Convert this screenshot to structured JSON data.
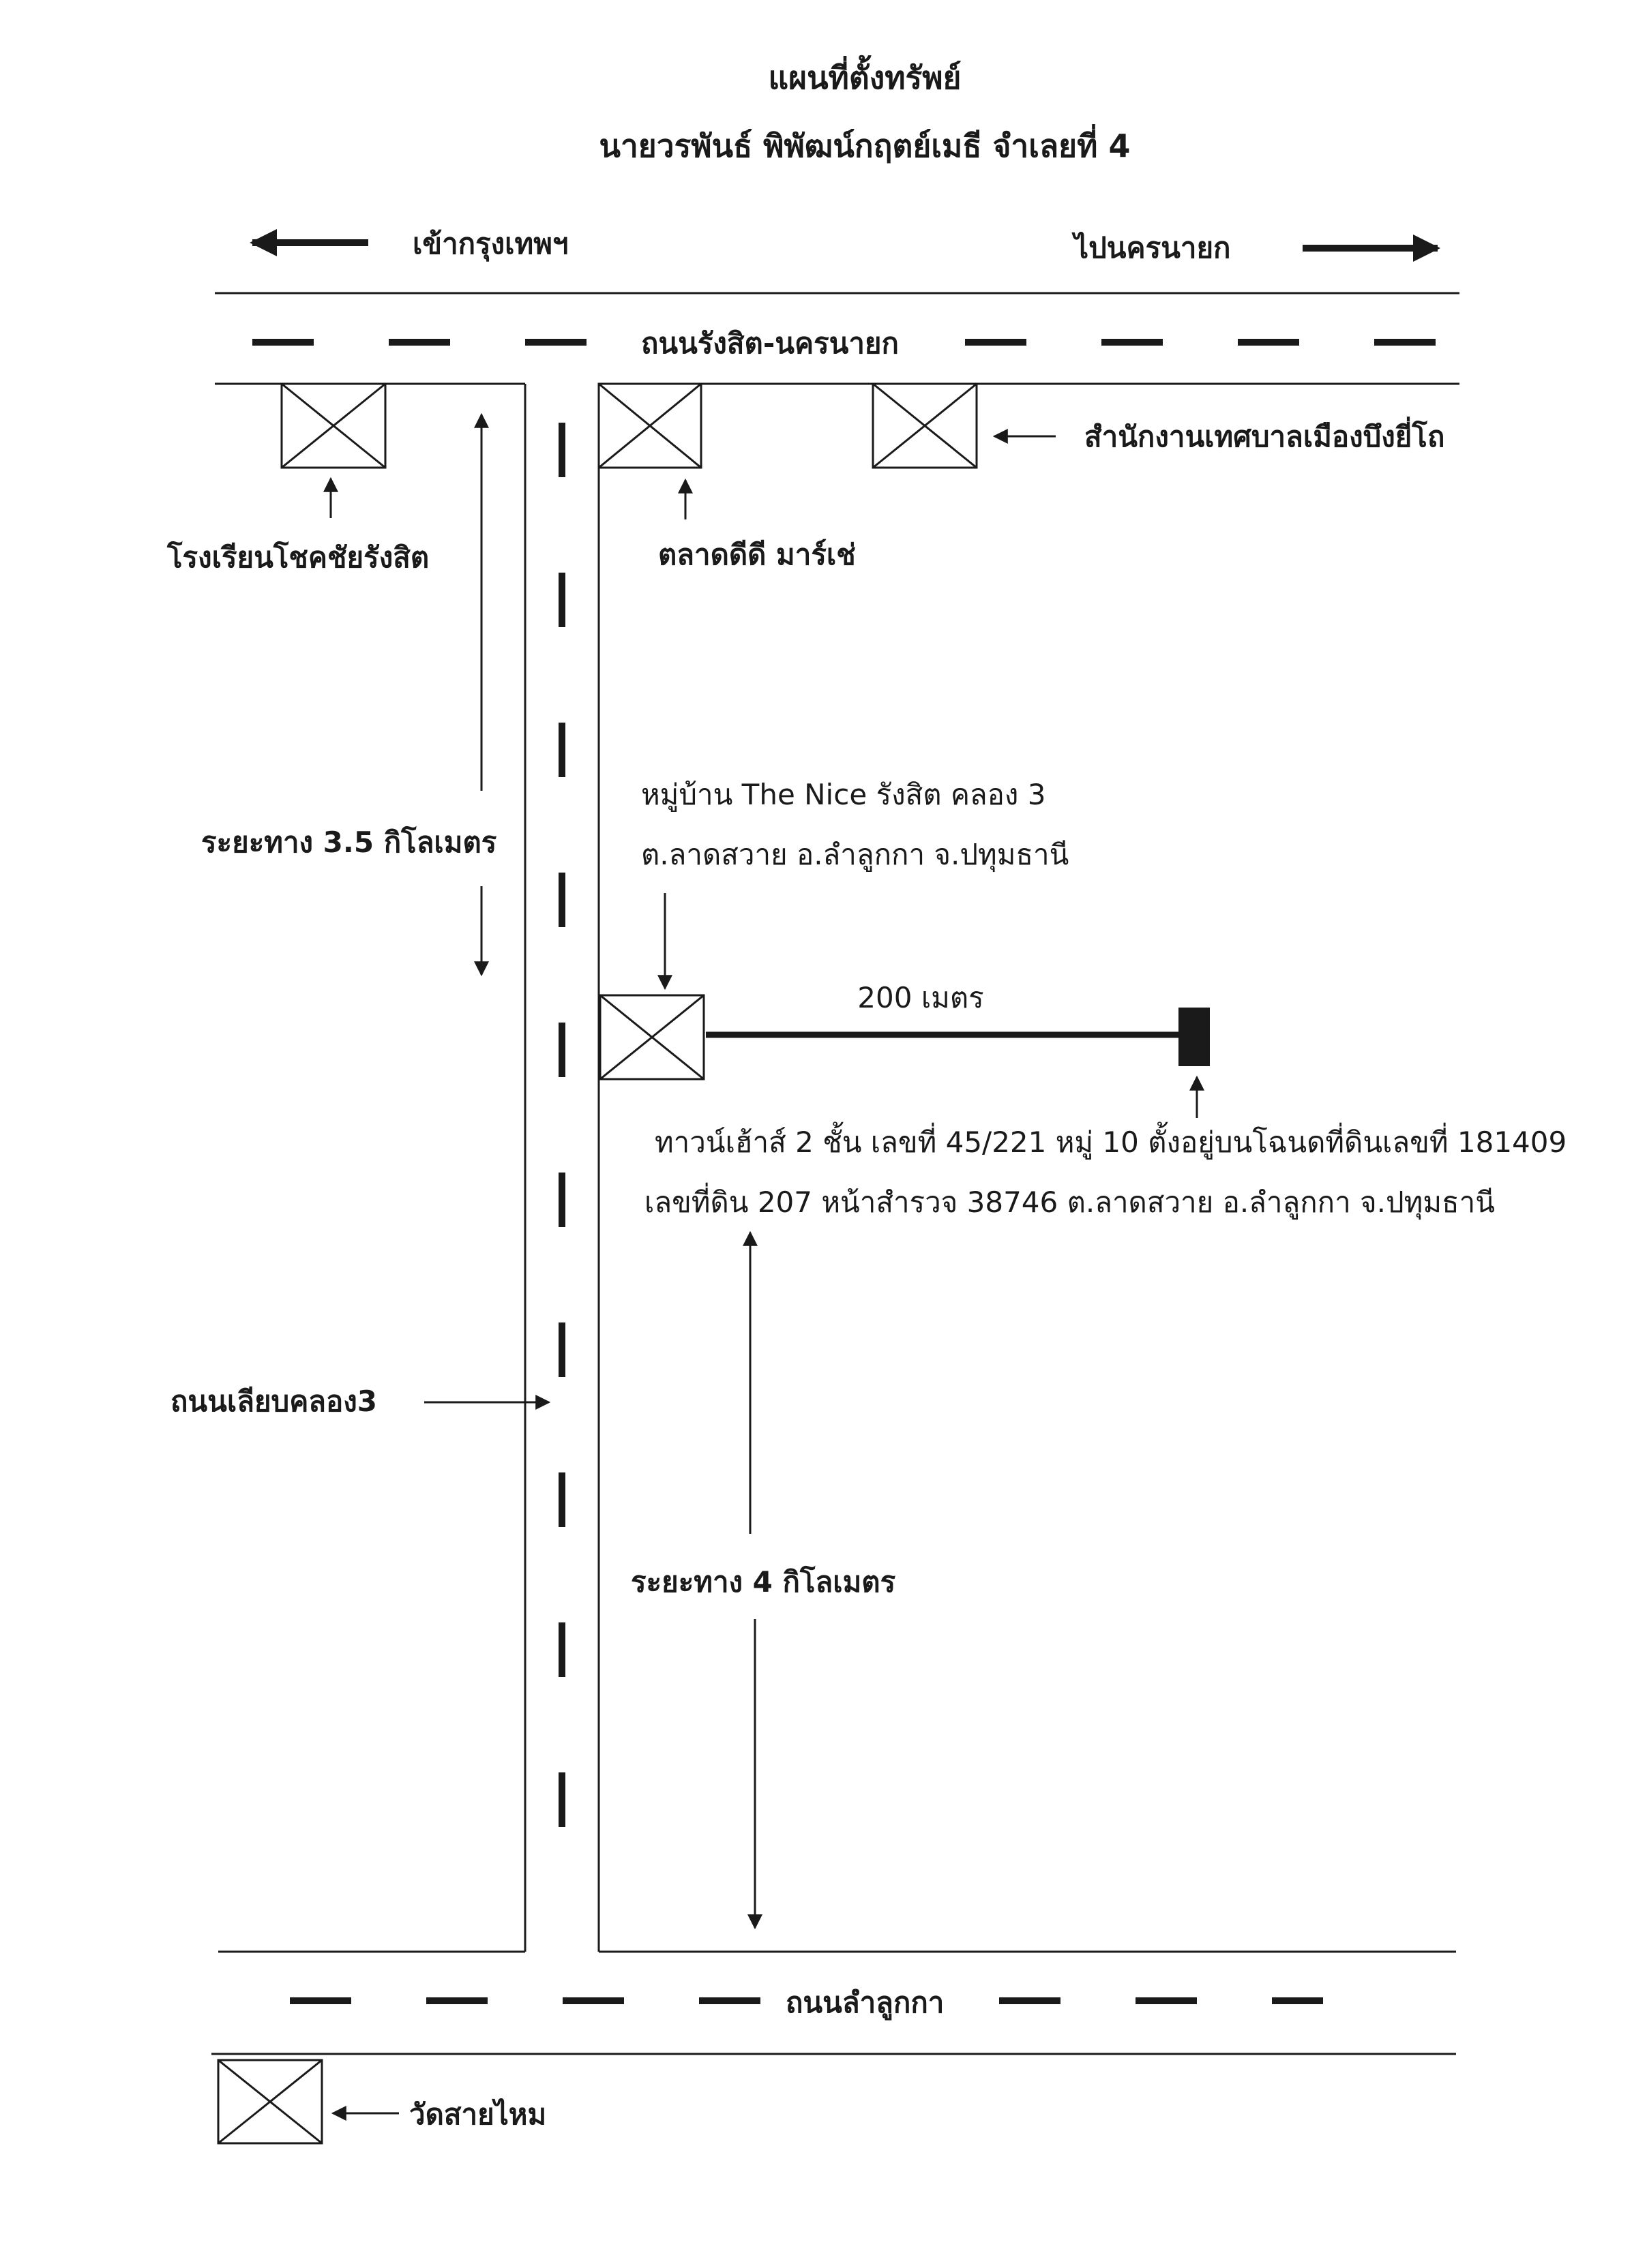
{
  "title": {
    "line1": "แผนที่ตั้งทรัพย์",
    "line2": "นายวรพันธ์ พิพัฒน์กฤตย์เมธี จำเลยที่ 4"
  },
  "directions": {
    "left": "เข้ากรุงเทพฯ",
    "right": "ไปนครนายก"
  },
  "roads": {
    "top": "ถนนรังสิต-นครนายก",
    "bottom": "ถนนลำลูกกา",
    "vertical": "ถนนเลียบคลอง3"
  },
  "landmarks": {
    "school": "โรงเรียนโชคชัยรังสิต",
    "market": "ตลาดดีดี มาร์เช่",
    "municipal_office": "สำนักงานเทศบาลเมืองบึงยี่โถ",
    "temple": "วัดสายไหม"
  },
  "distances": {
    "upper": "ระยะทาง 3.5 กิโลเมตร",
    "lower": "ระยะทาง 4 กิโลเมตร",
    "lane": "200 เมตร"
  },
  "village": {
    "line1": "หมู่บ้าน The Nice รังสิต คลอง 3",
    "line2": "ต.ลาดสวาย อ.ลำลูกกา จ.ปทุมธานี"
  },
  "property": {
    "line1": "ทาวน์เฮ้าส์ 2 ชั้น เลขที่ 45/221 หมู่ 10 ตั้งอยู่บนโฉนดที่ดินเลขที่ 181409",
    "line2": "เลขที่ดิน 207 หน้าสำรวจ 38746 ต.ลาดสวาย อ.ลำลูกกา จ.ปทุมธานี"
  }
}
